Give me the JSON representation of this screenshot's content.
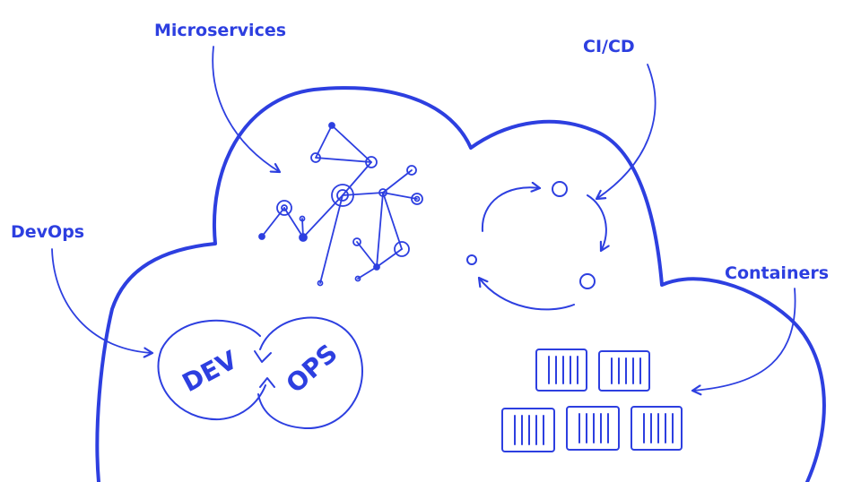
{
  "labels": {
    "microservices": "Microservices",
    "cicd": "CI/CD",
    "devops": "DevOps",
    "containers": "Containers",
    "dev": "DEV",
    "ops": "OPS"
  },
  "colors": {
    "ink": "#2d3fe0",
    "background": "#ffffff"
  }
}
